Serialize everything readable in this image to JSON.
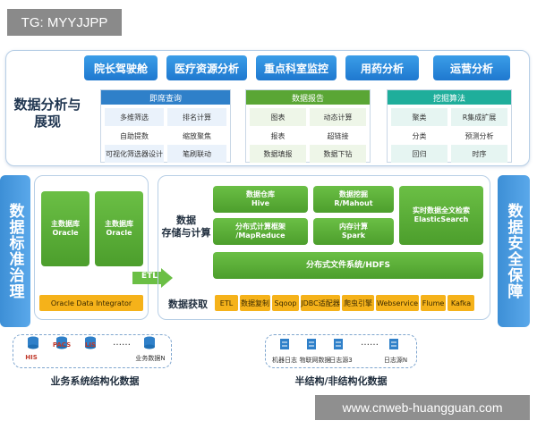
{
  "watermark_top": "TG: MYYJJPP",
  "watermark_bottom": "www.cnweb-huangguan.com",
  "analysis": {
    "label_line1": "数据分析与",
    "label_line2": "展现",
    "apps": [
      "院长驾驶舱",
      "医疗资源分析",
      "重点科室监控",
      "用药分析",
      "运营分析"
    ],
    "groups": [
      {
        "title": "即席查询",
        "color": "#2f80c9",
        "cells": [
          "多维筛选",
          "排名计算",
          "自助提数",
          "缩放聚焦",
          "可视化筛选器设计",
          "笔刷联动"
        ]
      },
      {
        "title": "数据报告",
        "color": "#5aa635",
        "cells": [
          "图表",
          "动态计算",
          "报表",
          "超链接",
          "数据填报",
          "数据下钻"
        ]
      },
      {
        "title": "挖掘算法",
        "color": "#1fae9b",
        "cells": [
          "聚类",
          "R集成扩展",
          "分类",
          "预测分析",
          "回归",
          "时序"
        ]
      }
    ]
  },
  "governance": {
    "left": "数据标准治理",
    "right": "数据安全保障"
  },
  "storage": {
    "db1": "主数据库 Oracle",
    "db2": "主数据库 Oracle",
    "integrator": "Oracle Data Integrator",
    "etl": "ETL"
  },
  "compute": {
    "label_line1": "数据",
    "label_line2": "存储与计算",
    "boxes": {
      "warehouse_l1": "数据仓库",
      "warehouse_l2": "Hive",
      "mining_l1": "数据挖掘",
      "mining_l2": "R/Mahout",
      "search_l1": "实时数据全文检索",
      "search_l2": "ElasticSearch",
      "mr_l1": "分布式计算框架",
      "mr_l2": "/MapReduce",
      "spark_l1": "内存计算",
      "spark_l2": "Spark",
      "hdfs": "分布式文件系统/HDFS"
    }
  },
  "acquisition": {
    "label": "数据获取",
    "tools": [
      "ETL",
      "数据复制",
      "Sqoop",
      "JDBC适配器",
      "爬虫引擎",
      "Webservice",
      "Flume",
      "Kafka"
    ]
  },
  "sources_left": {
    "items": [
      "HIS",
      "PACS",
      "LIS",
      "……",
      "业务数据N"
    ],
    "title": "业务系统结构化数据"
  },
  "sources_right": {
    "items": [
      "机器日志",
      "物联网数据",
      "日志源3",
      "……",
      "日志源N"
    ],
    "title": "半结构/非结构化数据"
  }
}
